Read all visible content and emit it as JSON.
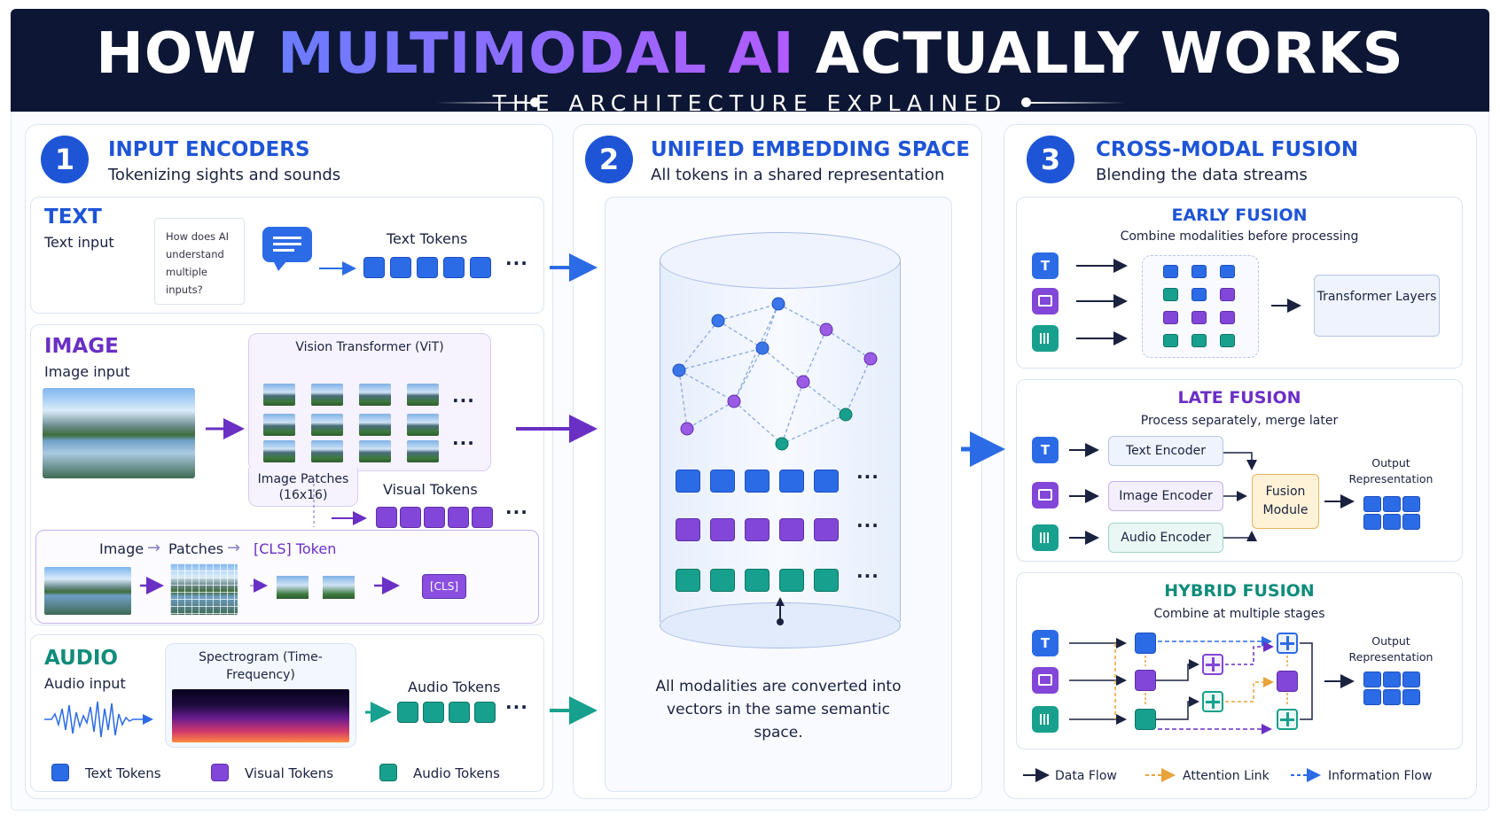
{
  "header": {
    "title_part1": "HOW ",
    "title_part2": "MULTIMODAL AI",
    "title_part3": " ACTUALLY WORKS",
    "subtitle": "THE ARCHITECTURE EXPLAINED"
  },
  "colors": {
    "blue": "#2c6be6",
    "purple": "#8246d8",
    "teal": "#17a08d",
    "navy": "#0d1735",
    "orange": "#e8a33a"
  },
  "section1": {
    "number": "1",
    "title": "INPUT ENCODERS",
    "subtitle": "Tokenizing sights and sounds",
    "text": {
      "heading": "TEXT",
      "label": "Text input",
      "sample": "How does AI understand multiple inputs?",
      "tokens_label": "Text Tokens",
      "icon": "chat-bubble-icon"
    },
    "image": {
      "heading": "IMAGE",
      "label": "Image input",
      "vit_title": "Vision Transformer (ViT)",
      "patches_label": "Image Patches (16x16)",
      "tokens_label": "Visual Tokens",
      "flow": [
        "Image",
        "Patches",
        "[CLS] Token"
      ],
      "cls_label": "[CLS]"
    },
    "audio": {
      "heading": "AUDIO",
      "label": "Audio input",
      "spectrogram_title": "Spectrogram (Time-Frequency)",
      "tokens_label": "Audio Tokens"
    },
    "legend": [
      "Text Tokens",
      "Visual Tokens",
      "Audio Tokens"
    ]
  },
  "section2": {
    "number": "2",
    "title": "UNIFIED EMBEDDING SPACE",
    "subtitle": "All tokens in a shared representation",
    "caption": "All modalities are converted into vectors in the same semantic space."
  },
  "section3": {
    "number": "3",
    "title": "CROSS-MODAL FUSION",
    "subtitle": "Blending the data streams",
    "early": {
      "title": "EARLY FUSION",
      "subtitle": "Combine modalities before processing",
      "output_box": "Transformer Layers"
    },
    "late": {
      "title": "LATE FUSION",
      "subtitle": "Process separately, merge later",
      "encoders": [
        "Text Encoder",
        "Image Encoder",
        "Audio Encoder"
      ],
      "fusion": "Fusion Module",
      "output": "Output Representation"
    },
    "hybrid": {
      "title": "HYBRID FUSION",
      "subtitle": "Combine at multiple stages",
      "output": "Output Representation"
    },
    "legend": [
      "Data Flow",
      "Attention Link",
      "Information Flow"
    ]
  },
  "icons": {
    "text": "T",
    "image": "image-icon",
    "audio": "waveform-icon"
  }
}
